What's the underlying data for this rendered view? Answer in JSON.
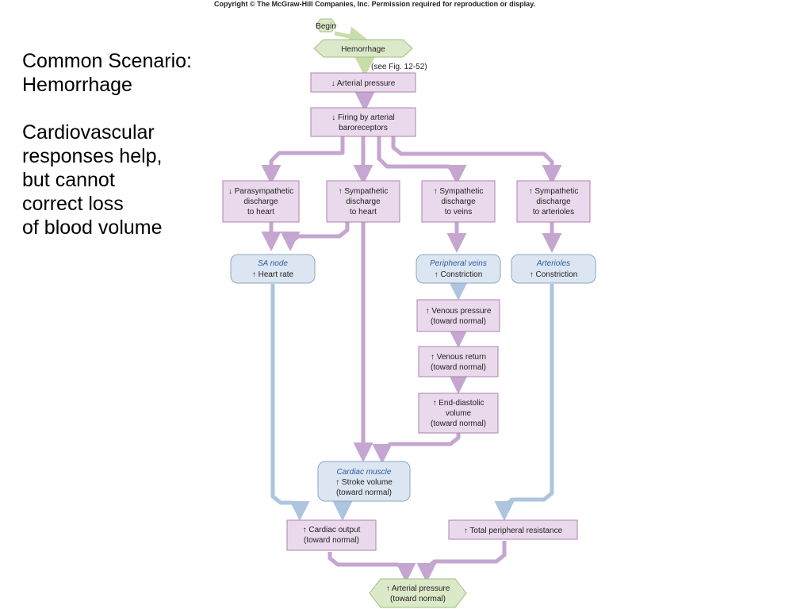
{
  "copyright": "Copyright © The McGraw-Hill Companies, Inc. Permission required for reproduction or display.",
  "slide": {
    "title_lines": [
      "Common Scenario:",
      "Hemorrhage"
    ],
    "body_lines": [
      "Cardiovascular",
      "responses help,",
      "but cannot",
      "correct loss",
      "of blood volume"
    ]
  },
  "colors": {
    "process_fill": "#ead9ec",
    "process_stroke": "#a983ad",
    "organ_fill": "#dce6f2",
    "organ_stroke": "#8da6c4",
    "start_fill": "#dbe9c9",
    "start_stroke": "#9fbf80",
    "arrow_purple": "#c5a6d0",
    "arrow_blue": "#aec4df",
    "arrow_green": "#c9dcaa"
  },
  "diagram": {
    "begin": "Begin",
    "hemorrhage": "Hemorrhage",
    "see_fig": "(see Fig. 12-52)",
    "arterial_pressure_down": "↓ Arterial pressure",
    "baroreceptors": [
      "↓ Firing by arterial",
      "baroreceptors"
    ],
    "parasympathetic": [
      "↓ Parasympathetic",
      "discharge",
      "to heart"
    ],
    "symp_heart": [
      "↑ Sympathetic",
      "discharge",
      "to heart"
    ],
    "symp_veins": [
      "↑ Sympathetic",
      "discharge",
      "to veins"
    ],
    "symp_arterioles": [
      "↑ Sympathetic",
      "discharge",
      "to arterioles"
    ],
    "sa_node": {
      "organ": "SA node",
      "effect": "↑ Heart rate"
    },
    "veins": {
      "organ": "Peripheral veins",
      "effect": "↑ Constriction"
    },
    "arterioles": {
      "organ": "Arterioles",
      "effect": "↑ Constriction"
    },
    "venous_pressure": [
      "↑ Venous pressure",
      "(toward normal)"
    ],
    "venous_return": [
      "↑ Venous return",
      "(toward normal)"
    ],
    "edv": [
      "↑ End-diastolic",
      "volume",
      "(toward normal)"
    ],
    "cardiac_muscle": {
      "organ": "Cardiac muscle",
      "effect": [
        "↑ Stroke volume",
        "(toward normal)"
      ]
    },
    "cardiac_output": [
      "↑ Cardiac output",
      "(toward normal)"
    ],
    "tpr": "↑ Total peripheral resistance",
    "arterial_pressure_up": [
      "↑ Arterial pressure",
      "(toward normal)"
    ]
  }
}
